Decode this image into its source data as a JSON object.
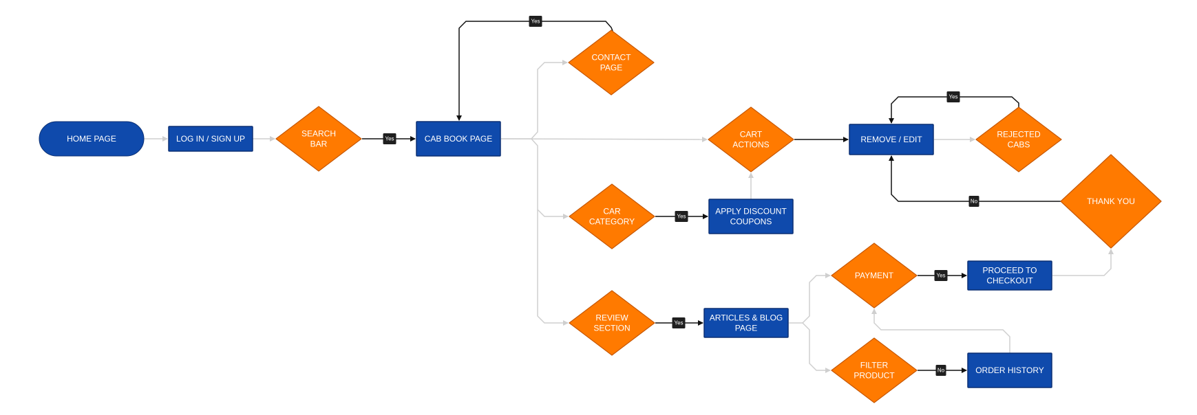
{
  "nodes": {
    "home": {
      "label": [
        "HOME PAGE"
      ],
      "shape": "pill"
    },
    "login": {
      "label": [
        "LOG IN / SIGN UP"
      ],
      "shape": "rect"
    },
    "search": {
      "label": [
        "SEARCH",
        "BAR"
      ],
      "shape": "diamond"
    },
    "cab": {
      "label": [
        "CAB BOOK PAGE"
      ],
      "shape": "rect"
    },
    "contact": {
      "label": [
        "CONTACT",
        "PAGE"
      ],
      "shape": "diamond"
    },
    "cart": {
      "label": [
        "CART",
        "ACTIONS"
      ],
      "shape": "diamond"
    },
    "car": {
      "label": [
        "CAR",
        "CATEGORY"
      ],
      "shape": "diamond"
    },
    "discount": {
      "label": [
        "APPLY DISCOUNT",
        "COUPONS"
      ],
      "shape": "rect"
    },
    "review": {
      "label": [
        "REVIEW",
        "SECTION"
      ],
      "shape": "diamond"
    },
    "articles": {
      "label": [
        "ARTICLES & BLOG",
        "PAGE"
      ],
      "shape": "rect"
    },
    "remove": {
      "label": [
        "REMOVE / EDIT"
      ],
      "shape": "rect"
    },
    "rejected": {
      "label": [
        "REJECTED",
        "CABS"
      ],
      "shape": "diamond"
    },
    "thankyou": {
      "label": [
        "THANK YOU"
      ],
      "shape": "diamond"
    },
    "payment": {
      "label": [
        "PAYMENT"
      ],
      "shape": "diamond"
    },
    "proceed": {
      "label": [
        "PROCEED TO",
        "CHECKOUT"
      ],
      "shape": "rect"
    },
    "filter": {
      "label": [
        "FILTER",
        "PRODUCT"
      ],
      "shape": "diamond"
    },
    "orders": {
      "label": [
        "ORDER HISTORY"
      ],
      "shape": "rect"
    }
  },
  "edges": [
    {
      "from": "home",
      "to": "login",
      "label": ""
    },
    {
      "from": "login",
      "to": "search",
      "label": ""
    },
    {
      "from": "search",
      "to": "cab",
      "label": "Yes"
    },
    {
      "from": "contact",
      "to": "cab",
      "label": "Yes"
    },
    {
      "from": "cab",
      "to": "contact",
      "label": ""
    },
    {
      "from": "cab",
      "to": "cart",
      "label": ""
    },
    {
      "from": "cab",
      "to": "car",
      "label": ""
    },
    {
      "from": "cab",
      "to": "review",
      "label": ""
    },
    {
      "from": "car",
      "to": "discount",
      "label": "Yes"
    },
    {
      "from": "discount",
      "to": "cart",
      "label": ""
    },
    {
      "from": "cart",
      "to": "remove",
      "label": ""
    },
    {
      "from": "remove",
      "to": "rejected",
      "label": ""
    },
    {
      "from": "rejected",
      "to": "remove",
      "label": "Yes"
    },
    {
      "from": "thankyou",
      "to": "remove",
      "label": "No"
    },
    {
      "from": "review",
      "to": "articles",
      "label": "Yes"
    },
    {
      "from": "articles",
      "to": "payment",
      "label": ""
    },
    {
      "from": "articles",
      "to": "filter",
      "label": ""
    },
    {
      "from": "payment",
      "to": "proceed",
      "label": "Yes"
    },
    {
      "from": "proceed",
      "to": "thankyou",
      "label": ""
    },
    {
      "from": "filter",
      "to": "orders",
      "label": "No"
    },
    {
      "from": "orders",
      "to": "payment",
      "label": ""
    }
  ],
  "colors": {
    "process_box": "#0f4aac",
    "decision_diamond": "#ff7a00",
    "connector_primary": "#111111",
    "connector_secondary": "#cfcfcf",
    "badge": "#1f1f1f"
  }
}
